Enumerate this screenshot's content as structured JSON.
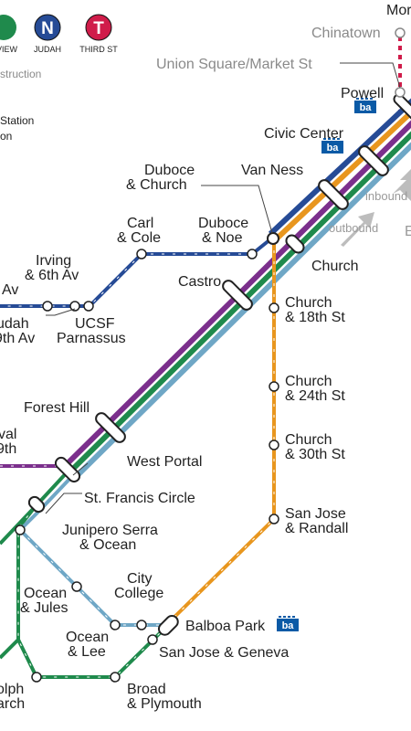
{
  "colors": {
    "line_j": "#e8961e",
    "line_k": "#6fa7c6",
    "line_l": "#7b2f8c",
    "line_m": "#1f8a4c",
    "line_n": "#264b96",
    "line_t": "#d01c4a",
    "station_fill": "#ffffff",
    "station_stroke": "#222222",
    "text": "#222222",
    "text_muted": "#8a8a8a"
  },
  "legend": {
    "badges": [
      {
        "letter": "",
        "caption": "VIEW",
        "color": "#1f8a4c"
      },
      {
        "letter": "N",
        "caption": "JUDAH",
        "color": "#264b96"
      },
      {
        "letter": "T",
        "caption": "THIRD ST",
        "color": "#d01c4a"
      }
    ],
    "construction_note": "struction",
    "station_note_1": "Station",
    "station_note_2": "on"
  },
  "stations": {
    "montgomery": "Mor",
    "chinatown": "Chinatown",
    "union_square": "Union Square/Market St",
    "powell": "Powell",
    "civic_center": "Civic Center",
    "van_ness": "Van Ness",
    "duboce_church_1": "Duboce",
    "duboce_church_2": "& Church",
    "duboce_noe_1": "Duboce",
    "duboce_noe_2": "& Noe",
    "church": "Church",
    "castro": "Castro",
    "carl_cole_1": "Carl",
    "carl_cole_2": "& Cole",
    "irving_1": "Irving",
    "irving_2": "& 6th Av",
    "av_partial": "Av",
    "judah_partial_1": "udah",
    "judah_partial_2": "9th Av",
    "ucsf_1": "UCSF",
    "ucsf_2": "Parnassus",
    "church_18_1": "Church",
    "church_18_2": "& 18th St",
    "church_24_1": "Church",
    "church_24_2": "& 24th St",
    "church_30_1": "Church",
    "church_30_2": "& 30th St",
    "san_jose_randall_1": "San Jose",
    "san_jose_randall_2": "& Randall",
    "forest_hill": "Forest Hill",
    "west_portal": "West Portal",
    "val_partial_1": "val",
    "val_partial_2": "9th",
    "st_francis": "St. Francis Circle",
    "junipero_1": "Junipero Serra",
    "junipero_2": "& Ocean",
    "ocean_jules_1": "Ocean",
    "ocean_jules_2": "& Jules",
    "city_college_1": "City",
    "city_college_2": "College",
    "balboa_park": "Balboa Park",
    "ocean_lee_1": "Ocean",
    "ocean_lee_2": "& Lee",
    "san_jose_geneva": "San Jose & Geneva",
    "randolph_1": "olph",
    "randolph_2": "arch",
    "broad_1": "Broad",
    "broad_2": "& Plymouth"
  },
  "direction": {
    "inbound": "inbound",
    "outbound": "outbound",
    "edge_partial": "E"
  },
  "bart_logo_text": "ba"
}
